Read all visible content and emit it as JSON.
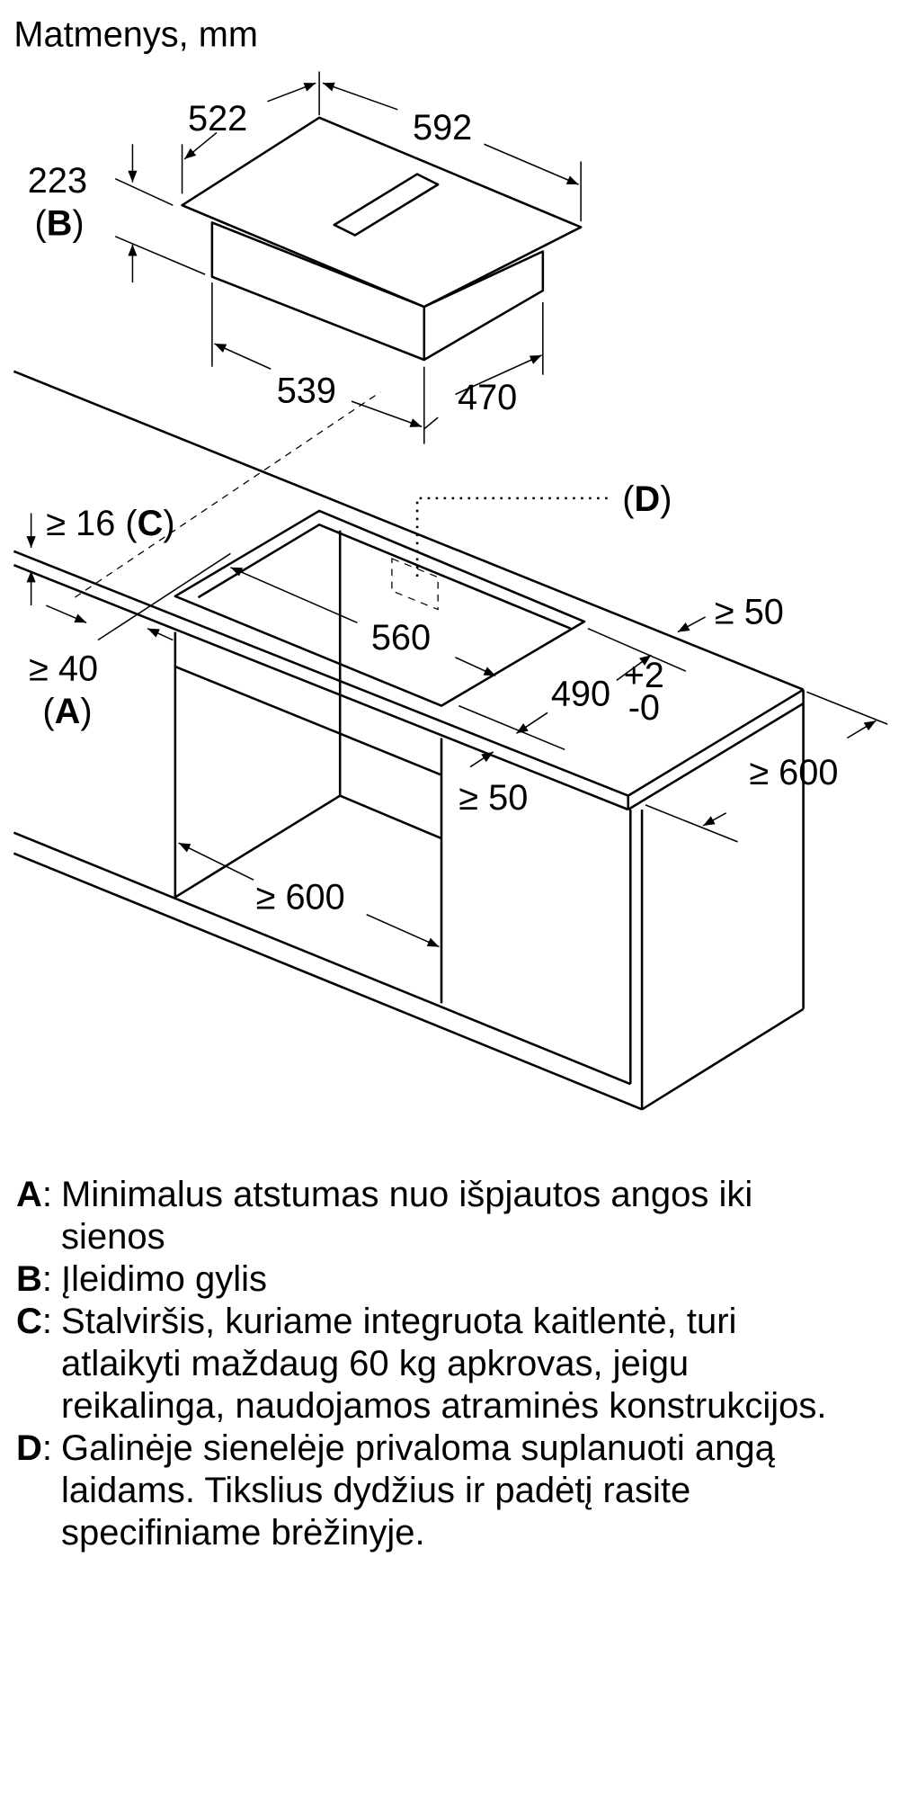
{
  "title": "Matmenys, mm",
  "appliance_dims": {
    "width": "522",
    "depth": "592",
    "height": "223",
    "height_ref": "B",
    "body_width": "539",
    "body_depth": "470"
  },
  "install_dims": {
    "worktop_thickness": "≥ 16",
    "worktop_ref": "C",
    "min_wall_distance": "≥ 40",
    "wall_ref": "A",
    "cutout_width": "560",
    "cutout_depth": "490",
    "cutout_tol_plus": "+2",
    "cutout_tol_minus": "-0",
    "rear_gap": "≥ 50",
    "front_gap": "≥ 50",
    "cabinet_depth": "≥ 600",
    "cabinet_width": "≥ 600",
    "cable_opening_ref": "D"
  },
  "legend": [
    {
      "key": "A",
      "text": "Minimalus atstumas nuo išpjautos angos iki sienos"
    },
    {
      "key": "B",
      "text": "Įleidimo gylis"
    },
    {
      "key": "C",
      "text": "Stalviršis, kuriame integruota kaitlentė, turi atlaikyti maždaug 60 kg apkrovas, jeigu reikalinga, naudojamos atraminės konstrukcijos."
    },
    {
      "key": "D",
      "text": "Galinėje sienelėje privaloma suplanuoti angą laidams. Tikslius dydžius ir padėtį rasite specifiniame brėžinyje."
    }
  ]
}
